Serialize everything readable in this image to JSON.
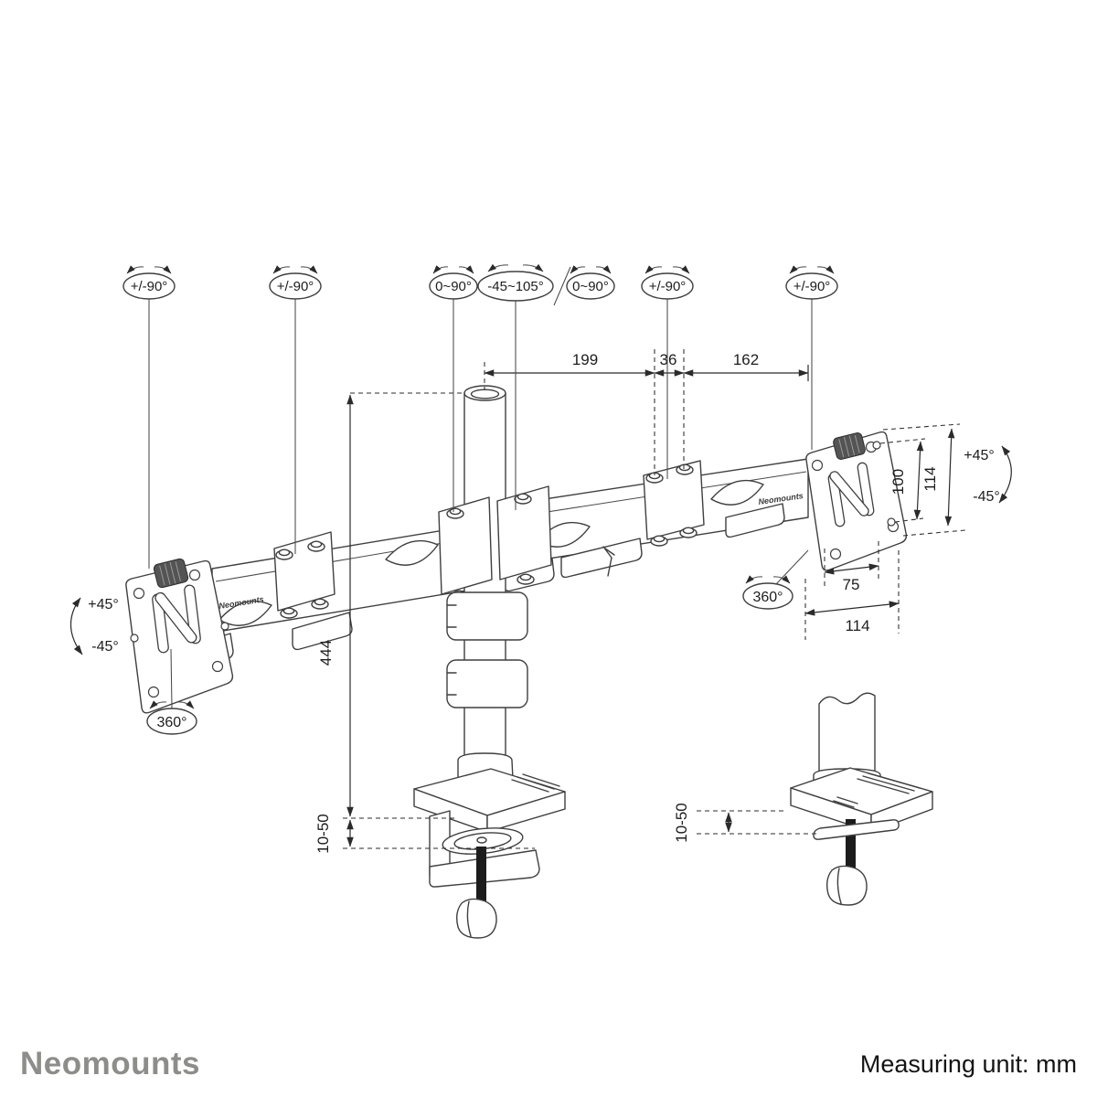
{
  "angles": {
    "top_row": [
      "+/-90°",
      "+/-90°",
      "0~90°",
      "-45~105°",
      "0~90°",
      "+/-90°",
      "+/-90°"
    ],
    "tilt_up": "+45°",
    "tilt_down": "-45°",
    "swivel": "360°"
  },
  "dimensions": {
    "arm_left_reach": "199",
    "arm_center_gap": "36",
    "arm_right_reach": "162",
    "pole_height": "444",
    "desk_clamp_range": "10-50",
    "grommet_clamp_range": "10-50",
    "vesa_inner_height": "100",
    "vesa_outer_height": "114",
    "vesa_inner_width": "75",
    "vesa_outer_width": "114"
  },
  "branding": {
    "arm_label": "Neomounts",
    "footer_logo": "Neomounts",
    "measuring_unit": "Measuring unit: mm"
  },
  "colors": {
    "line": "#3f3f3f",
    "dimension": "#2b2b2b",
    "logo_gray": "#8d8d8a"
  }
}
